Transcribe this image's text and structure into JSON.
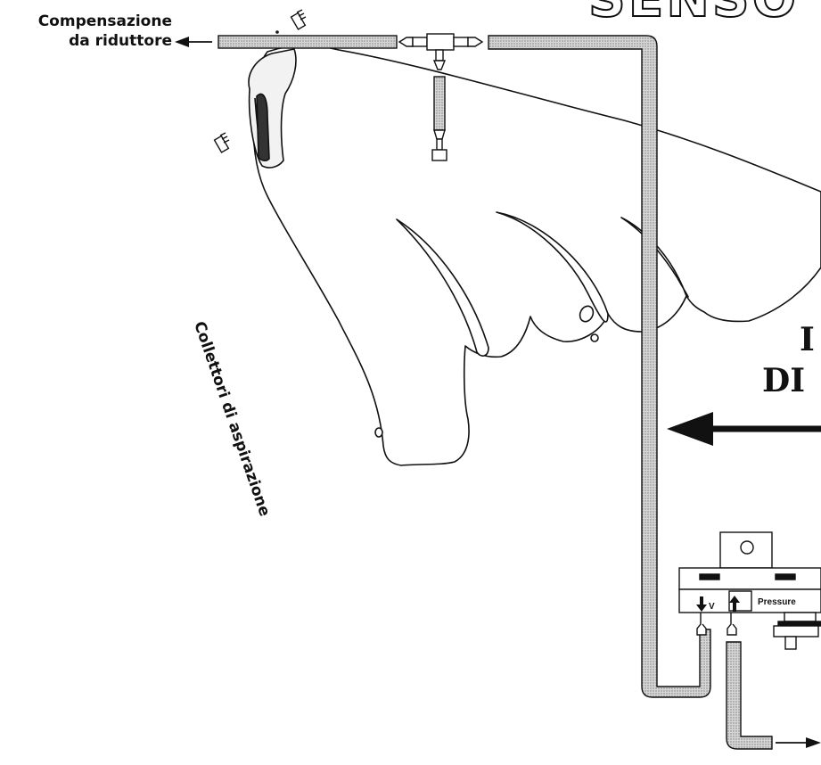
{
  "labels": {
    "compensation_line1": "Compensazione",
    "compensation_line2": "da riduttore",
    "manifold": "Collettori di aspirazione",
    "title_fragment": "SENSO",
    "right_text_line1": "I",
    "right_text_line2": "DI",
    "sensor_vacuum": "V",
    "sensor_pressure": "Pressure"
  },
  "colors": {
    "ink": "#111111",
    "hose_fill": "#c9c9c9",
    "background": "#ffffff"
  },
  "icons": [
    "arrow-left-icon",
    "arrow-right-icon",
    "arrow-down-icon",
    "arrow-up-icon",
    "t-connector-icon"
  ]
}
